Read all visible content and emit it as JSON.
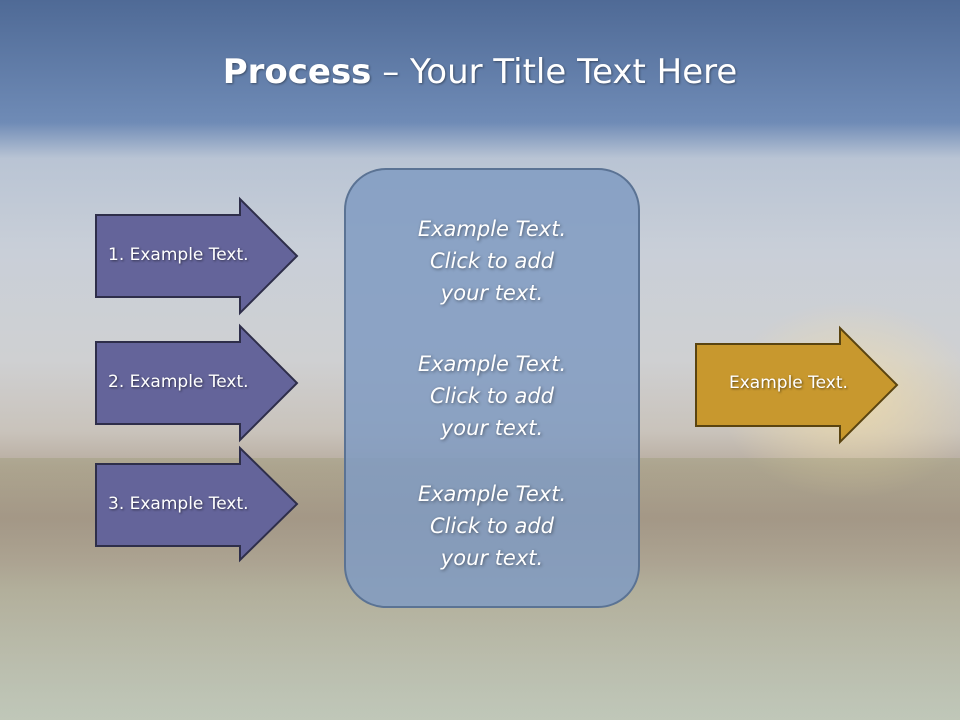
{
  "title": {
    "bold": "Process",
    "rest": " – Your Title Text Here"
  },
  "steps": [
    {
      "label": "1. Example Text."
    },
    {
      "label": "2. Example Text."
    },
    {
      "label": "3. Example Text."
    }
  ],
  "center_blocks": [
    {
      "text": "Example Text.\nClick  to add\nyour text."
    },
    {
      "text": "Example Text.\nClick  to add\nyour text."
    },
    {
      "text": "Example Text.\nClick  to add\nyour text."
    }
  ],
  "output": {
    "label": "Example Text."
  },
  "colors": {
    "step_fill": "#64649a",
    "output_fill": "#c8982e",
    "box_fill": "#809bc2"
  }
}
